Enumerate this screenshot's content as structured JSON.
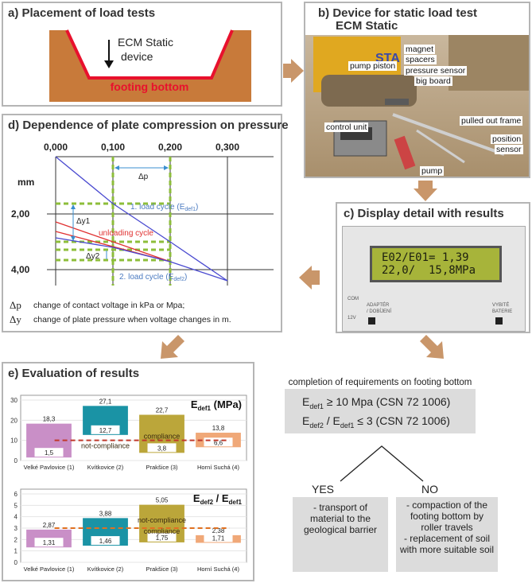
{
  "panel_a": {
    "title": "a) Placement of load tests",
    "device_label_1": "ECM Static",
    "device_label_2": "device",
    "footing_label": "footing bottom"
  },
  "panel_b": {
    "title_1": "b) Device for static load test",
    "title_2": "ECM Static",
    "labels": {
      "magnet": "magnet",
      "spacers": "spacers",
      "pump_piston": "pump piston",
      "pressure_sensor": "pressure sensor",
      "big_board": "big board",
      "control_unit": "control unit",
      "pulled_out_frame": "pulled out frame",
      "position": "position",
      "sensor": "sensor",
      "pump": "pump",
      "machine_brand": "STA"
    }
  },
  "panel_c": {
    "title": "c) Display detail with results",
    "lcd_line_1": "E02/E01= 1,39",
    "lcd_line_2": "22,0/  15,8MPa",
    "com": "COM",
    "v12": "12V",
    "adapter_1": "ADAPTÉR",
    "adapter_2": "/ DOBÍJENÍ",
    "battery_1": "VYBITÉ",
    "battery_2": "BATERIE"
  },
  "panel_d": {
    "title": "d) Dependence of plate compression on pressure",
    "x_ticks": [
      "0,000",
      "0,100",
      "0,200",
      "0,300"
    ],
    "y_unit": "mm",
    "y_ticks": [
      "2,00",
      "4,00"
    ],
    "delta_p": "Δp",
    "delta_y1": "Δy1",
    "delta_y2": "Δy2",
    "load_cycle_1_pre": "1. load cycle (E",
    "load_cycle_1_sub": "def1",
    "load_cycle_2_pre": "2. load cycle (E",
    "load_cycle_2_sub": "def2",
    "close_paren": ")",
    "unloading": "unloading cycle",
    "legend_dp_sym": "Δp",
    "legend_dp_text": "change of contact voltage in kPa or Mpa;",
    "legend_dy_sym": "Δy",
    "legend_dy_text": "change of plate pressure when voltage changes in m."
  },
  "panel_e": {
    "title": "e) Evaluation of results",
    "chart1_title_pre": "E",
    "chart1_title_sub": "def1",
    "chart1_title_post": " (MPa)",
    "chart2_title_pre": "E",
    "chart2_title_sub1": "def2",
    "chart2_title_mid": " / E",
    "chart2_title_sub2": "def1",
    "compliance": "compliance",
    "not_compliance_1": "not-compliance",
    "not_compliance_2": "not-compliance"
  },
  "chart_data": [
    {
      "type": "bar",
      "title": "Edef1 (MPa)",
      "categories": [
        "Velké Pavlovice (1)",
        "Kvítkovice (2)",
        "Prakšice (3)",
        "Horní Suchá (4)"
      ],
      "series": [
        {
          "values_min": [
            1.5,
            12.7,
            3.8,
            6.6
          ],
          "values_max": [
            18.3,
            27.1,
            22.7,
            13.8
          ]
        }
      ],
      "min_labels": [
        "1,5",
        "12,7",
        "3,8",
        "6,6"
      ],
      "max_labels": [
        "18,3",
        "27,1",
        "22,7",
        "13,8"
      ],
      "threshold": 10,
      "y_ticks": [
        "0",
        "10",
        "20",
        "30"
      ],
      "ylim": [
        0,
        30
      ],
      "colors": [
        "#c98fc7",
        "#1a93a5",
        "#bba63a",
        "#f0a878"
      ]
    },
    {
      "type": "bar",
      "title": "Edef2 / Edef1",
      "categories": [
        "Velké Pavlovice (1)",
        "Kvítkovice (2)",
        "Prakšice (3)",
        "Horní Suchá (4)"
      ],
      "series": [
        {
          "values_min": [
            1.31,
            1.46,
            1.75,
            1.71
          ],
          "values_max": [
            2.87,
            3.88,
            5.05,
            2.38
          ]
        }
      ],
      "min_labels": [
        "1,31",
        "1,46",
        "1,75",
        "1,71"
      ],
      "max_labels": [
        "2,87",
        "3,88",
        "5,05",
        "2,38"
      ],
      "threshold": 3,
      "y_ticks": [
        "0",
        "1",
        "2",
        "3",
        "4",
        "5",
        "6"
      ],
      "ylim": [
        0,
        6
      ],
      "colors": [
        "#c98fc7",
        "#1a93a5",
        "#bba63a",
        "#f0a878"
      ]
    }
  ],
  "requirements": {
    "heading": "completion of requirements on footing bottom",
    "line1_pre": "E",
    "line1_sub": "def1",
    "line1_post": " ≥ 10 Mpa (CSN 72 1006)",
    "line2_pre": "E",
    "line2_sub1": "def2",
    "line2_mid": " / E",
    "line2_sub2": "def1",
    "line2_post": " ≤ 3 (CSN 72 1006)",
    "yes": "YES",
    "no": "NO",
    "yes_text": "- transport of material to the geological barrier",
    "no_text_1": "- compaction of the footing bottom by roller travels",
    "no_text_2": "- replacement of soil with more suitable soil"
  }
}
